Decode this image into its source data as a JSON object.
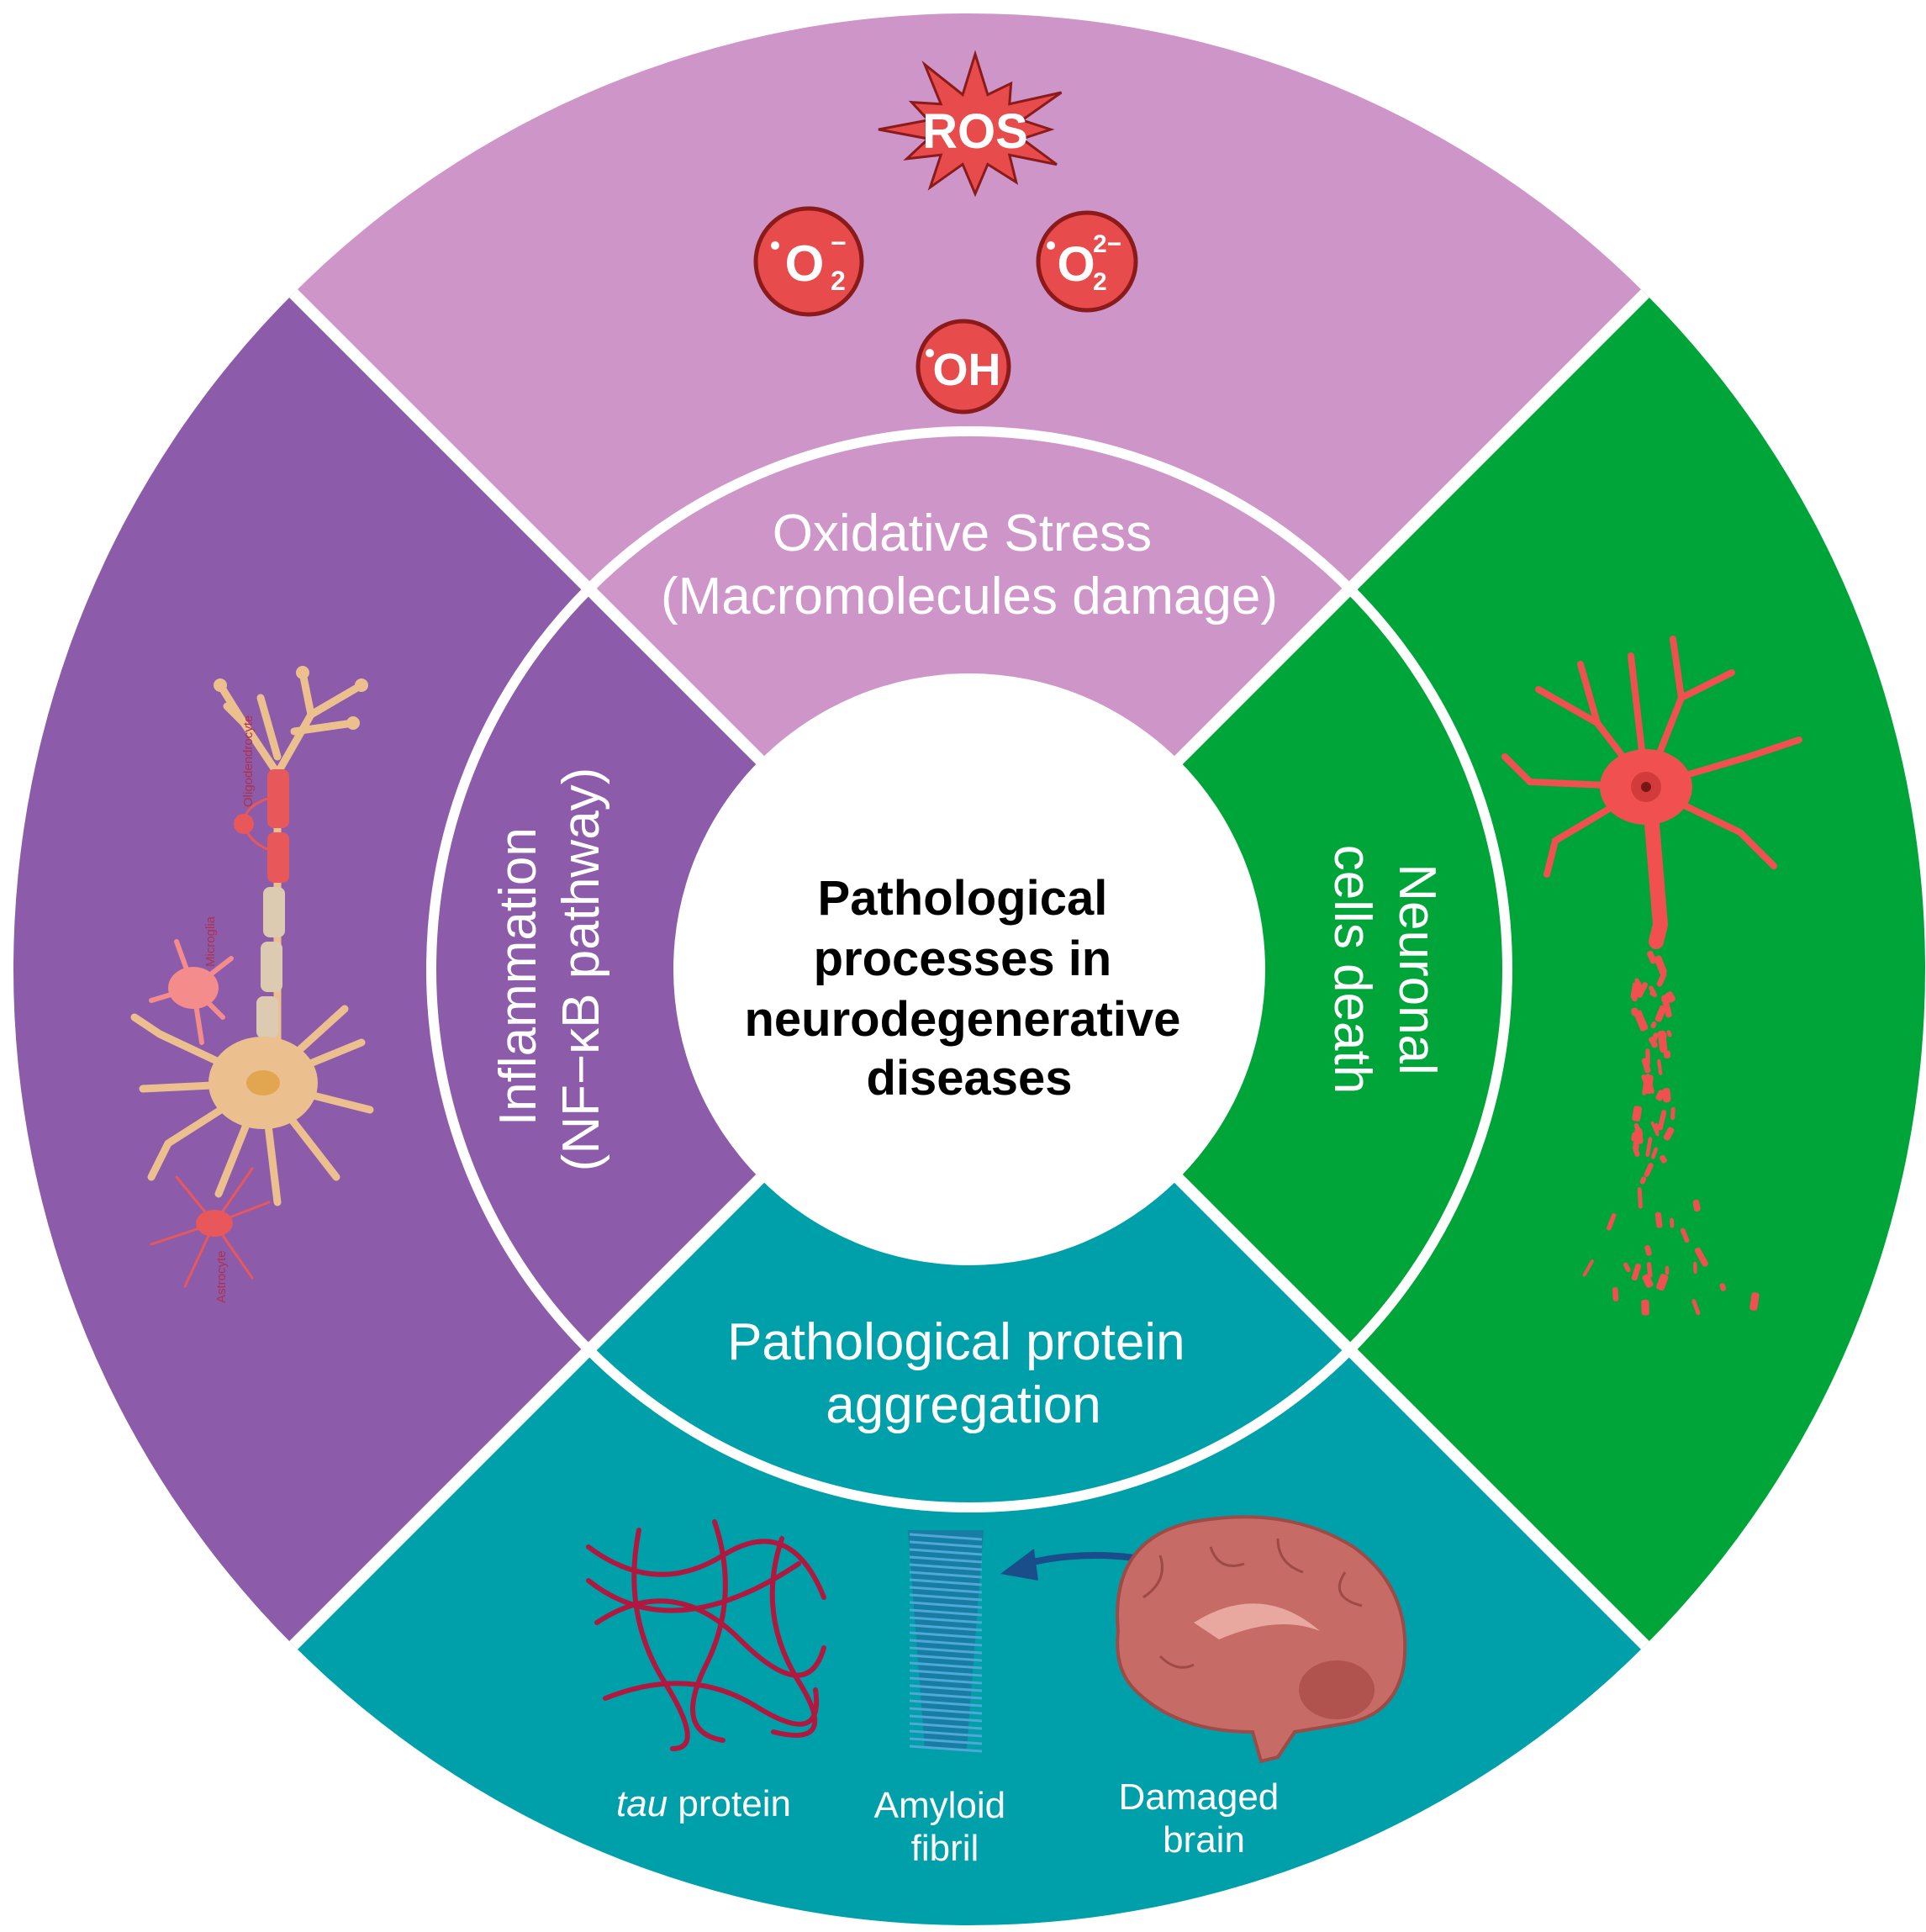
{
  "colors": {
    "oxidative": "#CE95C8",
    "inflammation": "#8C5BAA",
    "neuronal_death": "#00A53A",
    "protein_aggregation": "#00A0AA",
    "ros_red": "#E84B4B",
    "ros_outline": "#8B1A1A"
  },
  "center": {
    "title_lines": [
      "Pathological",
      "processes in",
      "neurodegenerative",
      "diseases"
    ]
  },
  "oxidative": {
    "label_lines": [
      "Oxidative Stress",
      "(Macromolecules damage)"
    ],
    "ros": "ROS",
    "species": {
      "superoxide": {
        "base": "O",
        "sub": "2",
        "sup": "−"
      },
      "peroxide": {
        "base": "O",
        "sub": "2",
        "sup": "2−"
      },
      "hydroxyl": {
        "base": "OH"
      }
    }
  },
  "inflammation": {
    "label_lines": [
      "Inflammation",
      "(NF−κB pathway)"
    ],
    "cells": [
      "Oligodendrocyte",
      "Microglia",
      "Astrocyte"
    ]
  },
  "neuronal": {
    "label_lines": [
      "Neuronal",
      "cells death"
    ]
  },
  "protein": {
    "label_lines": [
      "Pathological protein",
      "aggregation"
    ],
    "items": {
      "tau_italic": "tau",
      "tau_rest": " protein",
      "amyloid_lines": [
        "Amyloid",
        "fibril"
      ],
      "brain_lines": [
        "Damaged",
        "brain"
      ]
    }
  }
}
